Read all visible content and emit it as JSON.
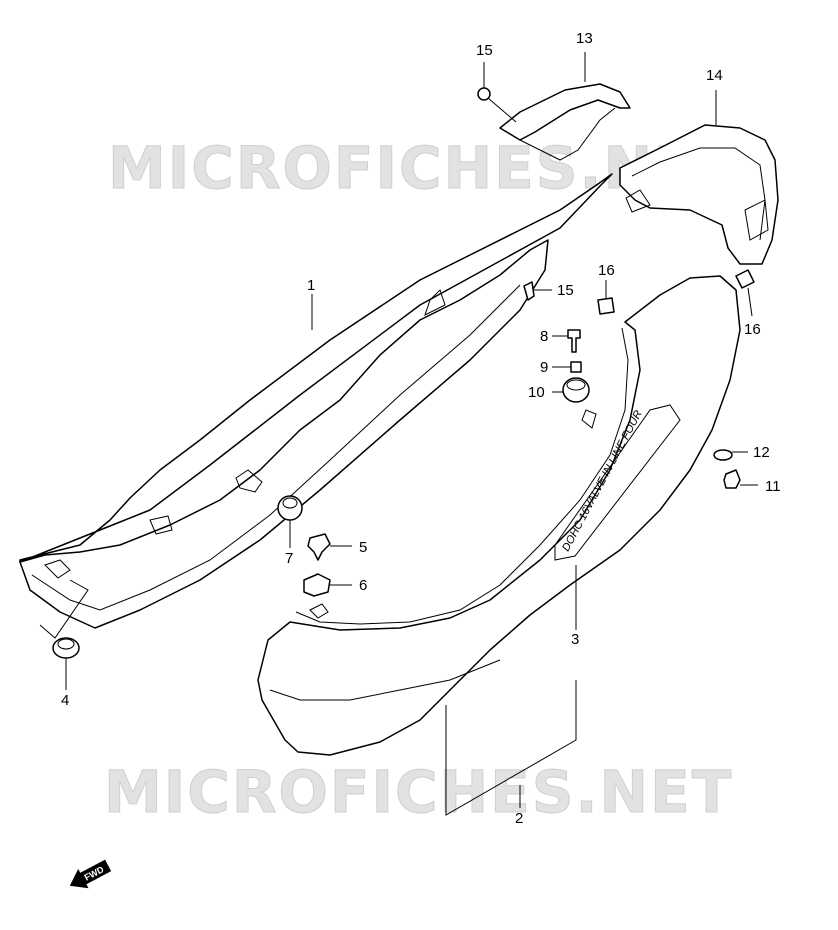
{
  "watermark": {
    "text": "MICROFICHES.NET"
  },
  "callouts": [
    {
      "id": "c1",
      "text": "1"
    },
    {
      "id": "c2",
      "text": "2"
    },
    {
      "id": "c3",
      "text": "3"
    },
    {
      "id": "c4",
      "text": "4"
    },
    {
      "id": "c5",
      "text": "5"
    },
    {
      "id": "c6",
      "text": "6"
    },
    {
      "id": "c7",
      "text": "7"
    },
    {
      "id": "c8",
      "text": "8"
    },
    {
      "id": "c9",
      "text": "9"
    },
    {
      "id": "c10",
      "text": "10"
    },
    {
      "id": "c11",
      "text": "11"
    },
    {
      "id": "c12",
      "text": "12"
    },
    {
      "id": "c13",
      "text": "13"
    },
    {
      "id": "c14",
      "text": "14"
    },
    {
      "id": "c15a",
      "text": "15"
    },
    {
      "id": "c15b",
      "text": "15"
    },
    {
      "id": "c16a",
      "text": "16"
    },
    {
      "id": "c16b",
      "text": "16"
    }
  ],
  "emblem": {
    "text": "DOHC 16VALVE IN LINE FOUR"
  },
  "fwd_arrow": {
    "text": "FWD"
  }
}
